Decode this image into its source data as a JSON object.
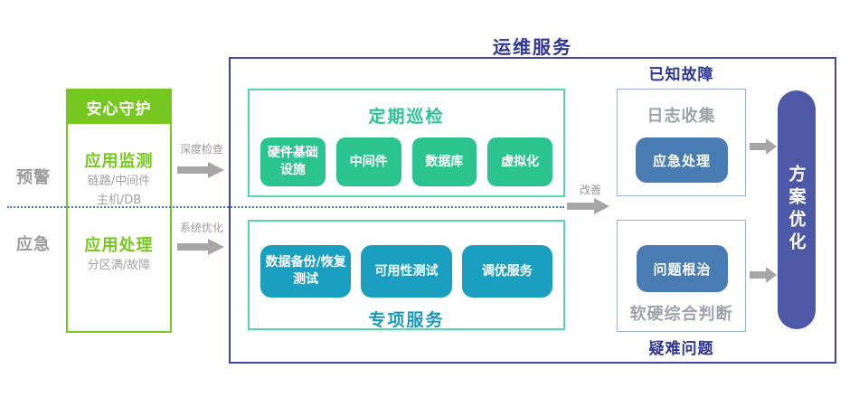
{
  "colors": {
    "lime_green": "#76c820",
    "emerald": "#2bc48e",
    "emerald_border": "#53d8ab",
    "teal": "#1a9fc0",
    "navy": "#2e3695",
    "navy_border": "#4047a8",
    "indigo_pill": "#4d59a7",
    "steel_blue": "#4a7cb4",
    "steel_border": "#9ab1d4",
    "gray_text": "#9b9b9b",
    "arrow_gray": "#a6a6a6",
    "dotted_blue": "#4576c8"
  },
  "left": {
    "phase_labels": [
      {
        "label": "预警"
      },
      {
        "label": "应急"
      }
    ],
    "panel": {
      "header": "安心守护",
      "sections": [
        {
          "title": "应用监测",
          "lines": [
            "链路/中间件",
            "主机/DB"
          ]
        },
        {
          "title": "应用处理",
          "lines": [
            "分区满/故障"
          ]
        }
      ]
    },
    "arrows": [
      {
        "label": "深度检查"
      },
      {
        "label": "系统优化"
      }
    ]
  },
  "main": {
    "title": "运维服务",
    "periodic": {
      "title": "定期巡检",
      "items": [
        "硬件基础设施",
        "中间件",
        "数据库",
        "虚拟化"
      ]
    },
    "special": {
      "title": "专项服务",
      "items": [
        "数据备份/恢复测试",
        "可用性测试",
        "调优服务"
      ]
    },
    "improve_arrow_label": "改善"
  },
  "right": {
    "known_fault": {
      "title": "已知故障",
      "caption": "日志收集",
      "button": "应急处理"
    },
    "hard_problem": {
      "title": "疑难问题",
      "caption": "软硬综合判断",
      "button": "问题根治"
    },
    "pill": "方案优化"
  }
}
